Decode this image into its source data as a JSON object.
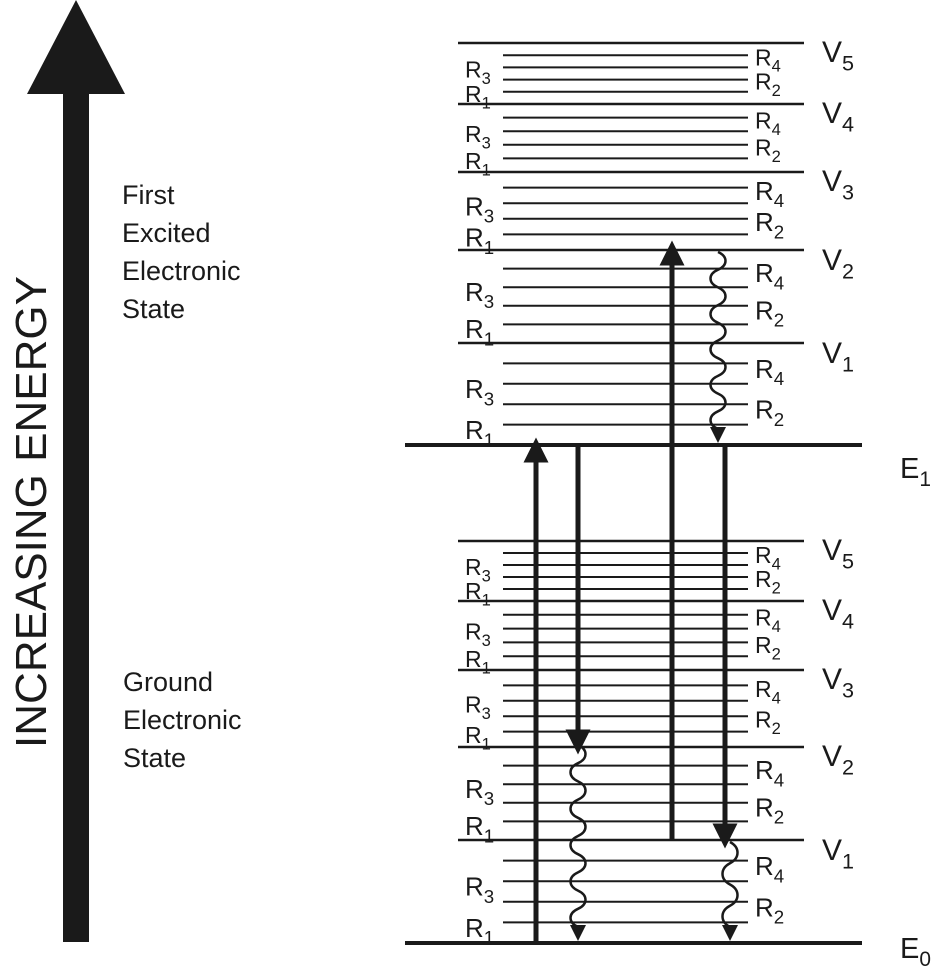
{
  "energy_axis": {
    "label": "INCREASING ENERGY",
    "icon": "up-arrow-icon"
  },
  "electronic_levels": [
    {
      "symbol": "E",
      "subscript": "1"
    },
    {
      "symbol": "E",
      "subscript": "0"
    }
  ],
  "states": {
    "excited": {
      "lines": [
        "First",
        "Excited",
        "Electronic",
        "State"
      ]
    },
    "ground": {
      "lines": [
        "Ground",
        "Electronic",
        "State"
      ]
    }
  },
  "vibrational_labels": [
    "V1",
    "V2",
    "V3",
    "V4",
    "V5"
  ],
  "rotational_labels": [
    "R1",
    "R2",
    "R3",
    "R4"
  ],
  "transitions": [
    {
      "kind": "absorption",
      "from": "E0",
      "to": "E1"
    },
    {
      "kind": "absorption",
      "from": "E0 V1",
      "to": "E1 V2"
    },
    {
      "kind": "emission",
      "from": "E1",
      "to": "E0 V2"
    },
    {
      "kind": "emission",
      "from": "E1",
      "to": "E0 V1"
    },
    {
      "kind": "vibrational-relaxation",
      "from": "E1 V2",
      "to": "E1"
    },
    {
      "kind": "vibrational-relaxation",
      "from": "E0 V2",
      "to": "E0"
    },
    {
      "kind": "vibrational-relaxation",
      "from": "E0 V1",
      "to": "E0"
    }
  ],
  "colors": {
    "ink": "#1a1a1a",
    "background": "#ffffff"
  }
}
